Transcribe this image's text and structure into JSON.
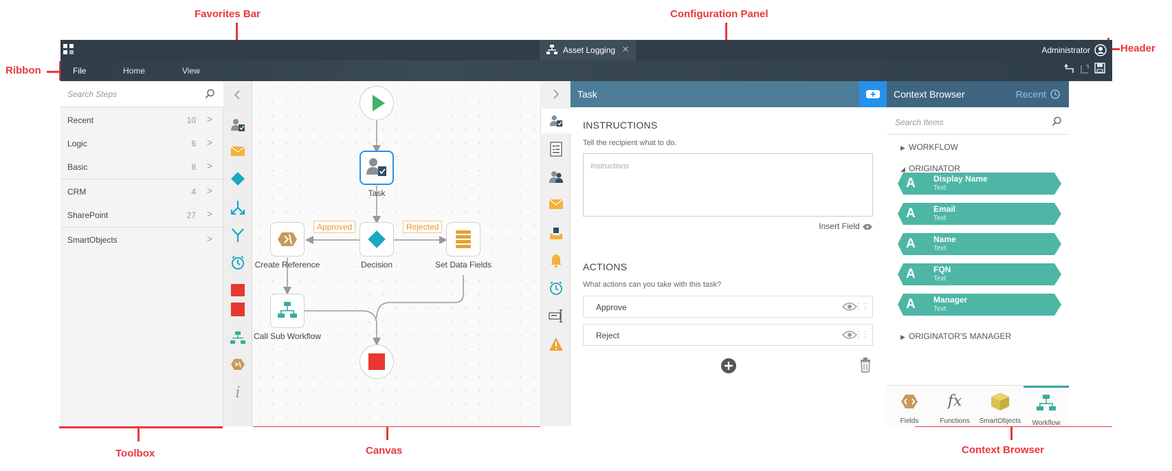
{
  "annotations": {
    "favorites_bar": "Favorites Bar",
    "configuration_panel": "Configuration Panel",
    "header": "Header",
    "ribbon": "Ribbon",
    "toolbox": "Toolbox",
    "canvas": "Canvas",
    "context_browser": "Context Browser"
  },
  "header": {
    "tab_title": "Asset Logging",
    "user": "Administrator"
  },
  "ribbon": {
    "menu": [
      "File",
      "Home",
      "View"
    ]
  },
  "toolbox": {
    "search_placeholder": "Search Steps",
    "items": [
      {
        "label": "Recent",
        "count": "10"
      },
      {
        "label": "Logic",
        "count": "6"
      },
      {
        "label": "Basic",
        "count": "8"
      },
      {
        "label": "CRM",
        "count": "4"
      },
      {
        "label": "SharePoint",
        "count": "27"
      },
      {
        "label": "SmartObjects",
        "count": ""
      }
    ]
  },
  "canvas": {
    "nodes": {
      "task": "Task",
      "decision": "Decision",
      "create_reference": "Create Reference",
      "set_data_fields": "Set Data Fields",
      "call_sub_workflow": "Call Sub Workflow"
    },
    "branches": {
      "approved": "Approved",
      "rejected": "Rejected"
    }
  },
  "config": {
    "title": "Task",
    "instructions_heading": "INSTRUCTIONS",
    "instructions_hint": "Tell the recipient what to do.",
    "instructions_placeholder": "Instructions",
    "insert_field": "Insert Field",
    "actions_heading": "ACTIONS",
    "actions_hint": "What actions can you take with this task?",
    "actions": [
      "Approve",
      "Reject"
    ]
  },
  "context_browser": {
    "title": "Context Browser",
    "recent": "Recent",
    "search_placeholder": "Search Items",
    "sections": {
      "workflow": "WORKFLOW",
      "originator": "ORIGINATOR",
      "originators_manager": "ORIGINATOR'S MANAGER"
    },
    "fields": [
      {
        "name": "Display Name",
        "type": "Text"
      },
      {
        "name": "Email",
        "type": "Text"
      },
      {
        "name": "Name",
        "type": "Text"
      },
      {
        "name": "FQN",
        "type": "Text"
      },
      {
        "name": "Manager",
        "type": "Text"
      }
    ],
    "field_letter": "A",
    "tabs": [
      "Fields",
      "Functions",
      "SmartObjects",
      "Workflow"
    ],
    "functions_glyph": "fx"
  },
  "colors": {
    "header_bg": "#2f3e48",
    "task_header": "#4c7c98",
    "context_header": "#3f6580",
    "accent_blue": "#2691e8",
    "field_teal": "#4db6a4",
    "annotation_red": "#e8383d",
    "start_green": "#3db36b",
    "end_red": "#e8372f",
    "decision_teal": "#1aa7c4",
    "orange": "#e3a23a"
  }
}
